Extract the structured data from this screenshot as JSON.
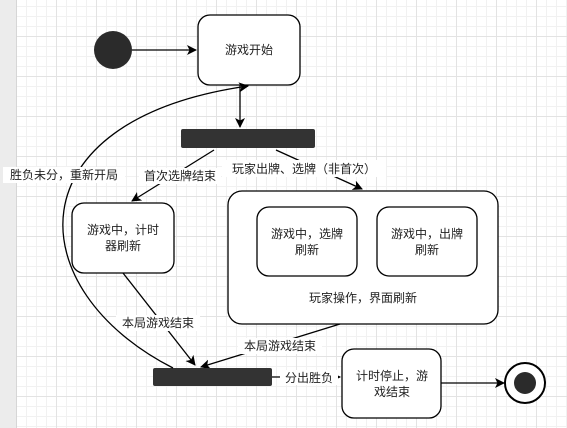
{
  "nodes": {
    "start_state": "游戏开始",
    "timer_refresh": [
      "游戏中，计时",
      "器刷新"
    ],
    "pick_refresh": [
      "游戏中，选牌",
      "刷新"
    ],
    "play_refresh": [
      "游戏中，出牌",
      "刷新"
    ],
    "composite_label": "玩家操作，界面刷新",
    "end_state": [
      "计时停止，游",
      "戏结束"
    ]
  },
  "edges": {
    "first_pick_done": "首次选牌结束",
    "player_actions": "玩家出牌、选牌（非首次）",
    "restart": "胜负未分，重新开局",
    "round_end_left": "本局游戏结束",
    "round_end_right": "本局游戏结束",
    "winner_decided": "分出胜负"
  },
  "colors": {
    "line": "#000000",
    "fill": "#ffffff",
    "bar": "#333333",
    "initial": "#2b2b2b"
  }
}
